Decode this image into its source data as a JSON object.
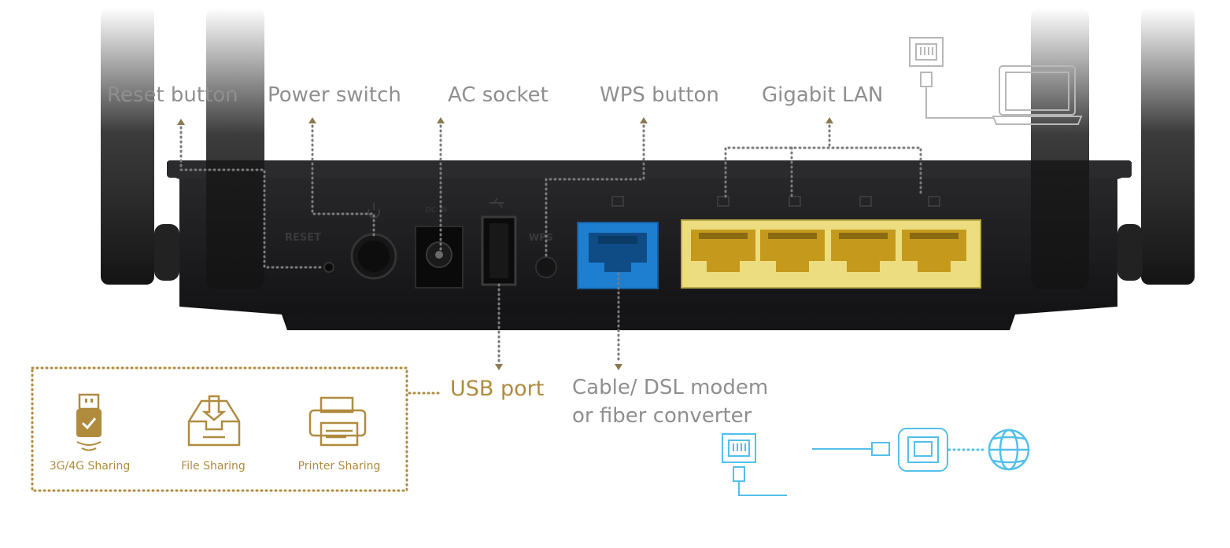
{
  "callouts": {
    "reset": "Reset button",
    "power": "Power switch",
    "ac": "AC socket",
    "wps": "WPS button",
    "lan": "Gigabit LAN",
    "usb": "USB port",
    "wan_line1": "Cable/ DSL modem",
    "wan_line2": "or fiber converter"
  },
  "usb_features": [
    {
      "label": "3G/4G Sharing",
      "icon": "usb-drive-icon"
    },
    {
      "label": "File Sharing",
      "icon": "file-tray-icon"
    },
    {
      "label": "Printer Sharing",
      "icon": "printer-icon"
    }
  ],
  "panel_prints": {
    "reset": "RESET",
    "wps": "WPS",
    "dc": "DC IN"
  },
  "colors": {
    "label_gray": "#8f8f8f",
    "accent_gold": "#b08b3e",
    "wan_blue": "#1e7fd0",
    "lan_yellow": "#ecde80",
    "cable_blue": "#52c0ea",
    "chassis": "#1d1d1f"
  }
}
